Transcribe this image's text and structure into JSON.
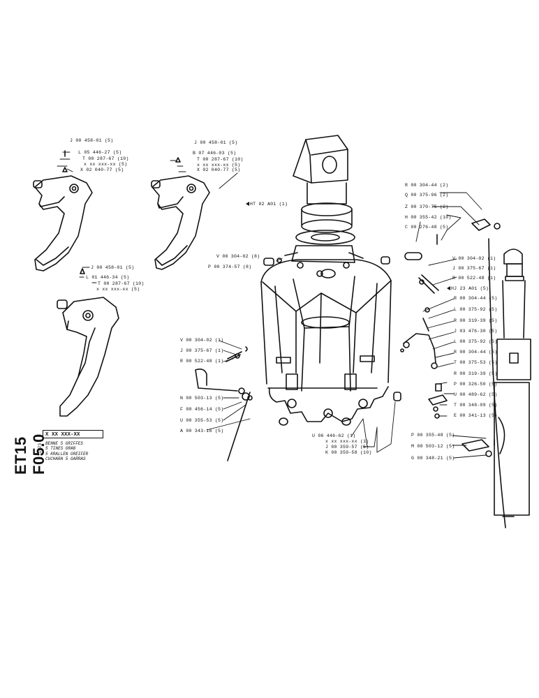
{
  "sheet": {
    "code": "ET15 F05.0",
    "date": "11-73",
    "part_number": "X XX XXX-XX",
    "titles": [
      "BENNE 5 GRIFFES",
      "5 TINES GRAB",
      "5 KRALLEN GREIFER",
      "CUCHARA 5 GARRAS"
    ]
  },
  "callouts": {
    "tooth1": [
      "J 00 458-01 (5)",
      "L 05 446-27 (5)",
      "T 00 287-67 (10)",
      "x xx xxx-xx (5)",
      "X 02 040-77 (5)"
    ],
    "tooth2": [
      "J 00 458-01 (5)",
      "B 07 446-03 (5)",
      "T 00 287-67 (10)",
      "x xx xxx-xx (5)",
      "X 02 040-77 (5)"
    ],
    "tooth3": [
      "J 00 458-01 (5)",
      "L 01 446-34 (5)",
      "T 00 287-67 (10)",
      "x xx xxx-xx (5)"
    ],
    "top_ref": "HT 02 A01 (1)",
    "top_right": [
      "R 00 304-44 (2)",
      "Q 00 375-96 (2)",
      "Z 00 370-75 (2)",
      "H 00 355-42 (10)",
      "C 00 276-48 (5)"
    ],
    "left_upper": [
      "V 00 304-02 (8)",
      "P 00 374-57 (8)"
    ],
    "right_mid": [
      "V 00 304-02 (1)",
      "J 00 375-67 (1)",
      "R 00 522-48 (1)"
    ],
    "right_ref": "HJ 23 A01 (5)",
    "right_lower": [
      "R 00 304-44 (5)",
      "L 00 375-92 (5)",
      "R 00 319-39 (5)",
      "J 03 476-30 (5)",
      "L 00 375-92 (5)",
      "R 00 304-44 (5)",
      "T 00 375-53 (5)",
      "R 00 319-39 (5)"
    ],
    "right_bottom": [
      "P 00 326-50 (5)",
      "U 00 489-62 (5)",
      "T 00 348-09 (5)",
      "E 00 341-13 (5)"
    ],
    "far_right": [
      "P 00 355-48 (5)",
      "M 00 503-12 (5)",
      "G 00 348-21 (5)"
    ],
    "left_lower": [
      "V 00 304-02 (1)",
      "J 00 375-67 (1)",
      "R 00 522-48 (1)"
    ],
    "left_bottom": [
      "N 00 503-13 (5)",
      "F 00 456-14 (5)",
      "U 00 355-53 (5)",
      "A 00 343-16 (5)"
    ],
    "center_bottom": [
      "U 06 446-62 (1)",
      "x xx xxx-xx (1)",
      "J 00 359-57 (5)",
      "K 00 359-58 (10)"
    ]
  }
}
